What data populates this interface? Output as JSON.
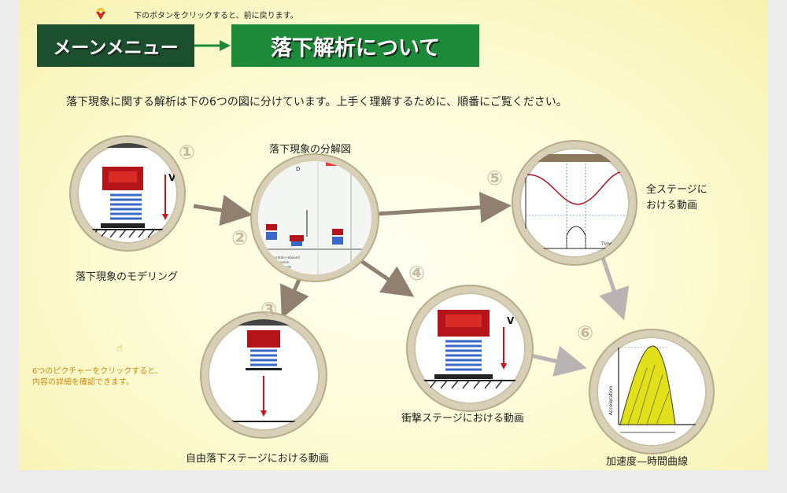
{
  "header": {
    "back_note": "下のボタンをクリックすると、前に戻ります。",
    "main_menu_label": "メーンメニュー",
    "page_title": "落下解析について"
  },
  "intro": "落下現象に関する解析は下の6つの図に分けています。上手く理解するために、順番にご覧ください。",
  "figures": [
    {
      "number": "①",
      "label": "落下現象のモデリング",
      "inner_text": "V"
    },
    {
      "number": "②",
      "label": "落下現象の分解図",
      "inner_text": "D"
    },
    {
      "number": "③",
      "label": "自由落下ステージにおける動画",
      "inner_text": ""
    },
    {
      "number": "④",
      "label": "衝撃ステージにおける動画",
      "inner_text": "V"
    },
    {
      "number": "⑤",
      "label": "全ステージに\nおける動画",
      "inner_text": "Time"
    },
    {
      "number": "⑥",
      "label": "加速度—時間曲線",
      "inner_text": "Acceleration"
    }
  ],
  "hint": {
    "icon": "pointing-hand-icon",
    "text": "6つのピクチャーをクリックすると、\n内容の詳細を確認できます。"
  },
  "colors": {
    "menu_bg": "#1c4f2e",
    "title_bg": "#1d8a3a",
    "ring": "#d8cfb7",
    "hint": "#d08a10"
  }
}
